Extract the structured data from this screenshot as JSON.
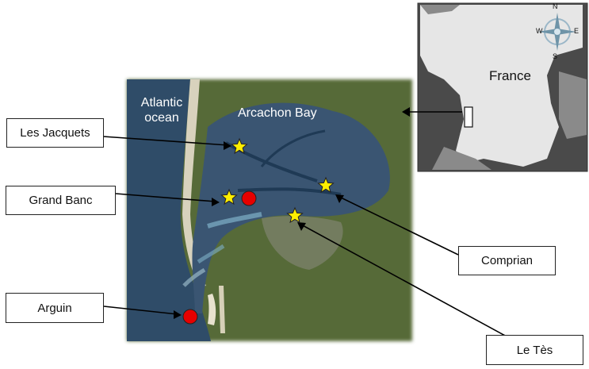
{
  "sites": {
    "les_jacquets": "Les Jacquets",
    "grand_banc": "Grand Banc",
    "arguin": "Arguin",
    "comprian": "Comprian",
    "le_tes": "Le Tès"
  },
  "map": {
    "atlantic_line1": "Atlantic",
    "atlantic_line2": "ocean",
    "bay": "Arcachon Bay"
  },
  "inset": {
    "country": "France",
    "compass": {
      "n": "N",
      "s": "S",
      "e": "E",
      "w": "W"
    }
  },
  "colors": {
    "star_marker": "#ffee00",
    "circle_marker": "#e60000",
    "water": "#2f4b66",
    "land": "#5a6b3a",
    "inset_land": "#e6e6e6",
    "inset_neighbor": "#8a8a8a"
  }
}
